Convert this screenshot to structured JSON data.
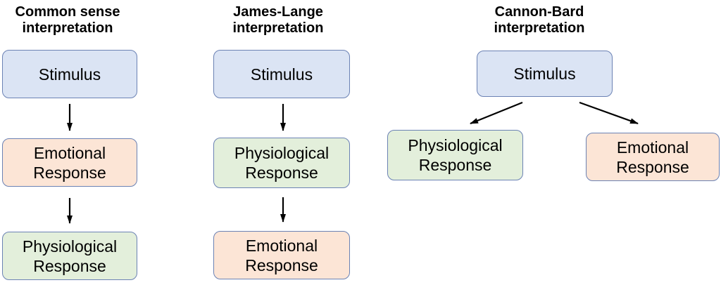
{
  "diagram": {
    "columns": [
      {
        "title": "Common sense\ninterpretation",
        "boxes": [
          {
            "label": "Stimulus",
            "kind": "stimulus"
          },
          {
            "label": "Emotional\nResponse",
            "kind": "emotional"
          },
          {
            "label": "Physiological\nResponse",
            "kind": "physiological"
          }
        ],
        "flow": [
          "Stimulus -> Emotional Response",
          "Emotional Response -> Physiological Response"
        ]
      },
      {
        "title": "James-Lange\ninterpretation",
        "boxes": [
          {
            "label": "Stimulus",
            "kind": "stimulus"
          },
          {
            "label": "Physiological\nResponse",
            "kind": "physiological"
          },
          {
            "label": "Emotional\nResponse",
            "kind": "emotional"
          }
        ],
        "flow": [
          "Stimulus -> Physiological Response",
          "Physiological Response -> Emotional Response"
        ]
      },
      {
        "title": "Cannon-Bard\ninterpretation",
        "boxes": [
          {
            "label": "Stimulus",
            "kind": "stimulus"
          },
          {
            "label": "Physiological\nResponse",
            "kind": "physiological"
          },
          {
            "label": "Emotional\nResponse",
            "kind": "emotional"
          }
        ],
        "flow": [
          "Stimulus -> Physiological Response",
          "Stimulus -> Emotional Response"
        ]
      }
    ],
    "colors": {
      "background": "#ffffff",
      "stimulus_fill": "#dbe4f4",
      "emotional_fill": "#fce5d6",
      "physiological_fill": "#e3efdb",
      "box_border": "#6b82b4",
      "arrow": "#000000",
      "title_text": "#000000",
      "box_text": "#000000"
    }
  }
}
